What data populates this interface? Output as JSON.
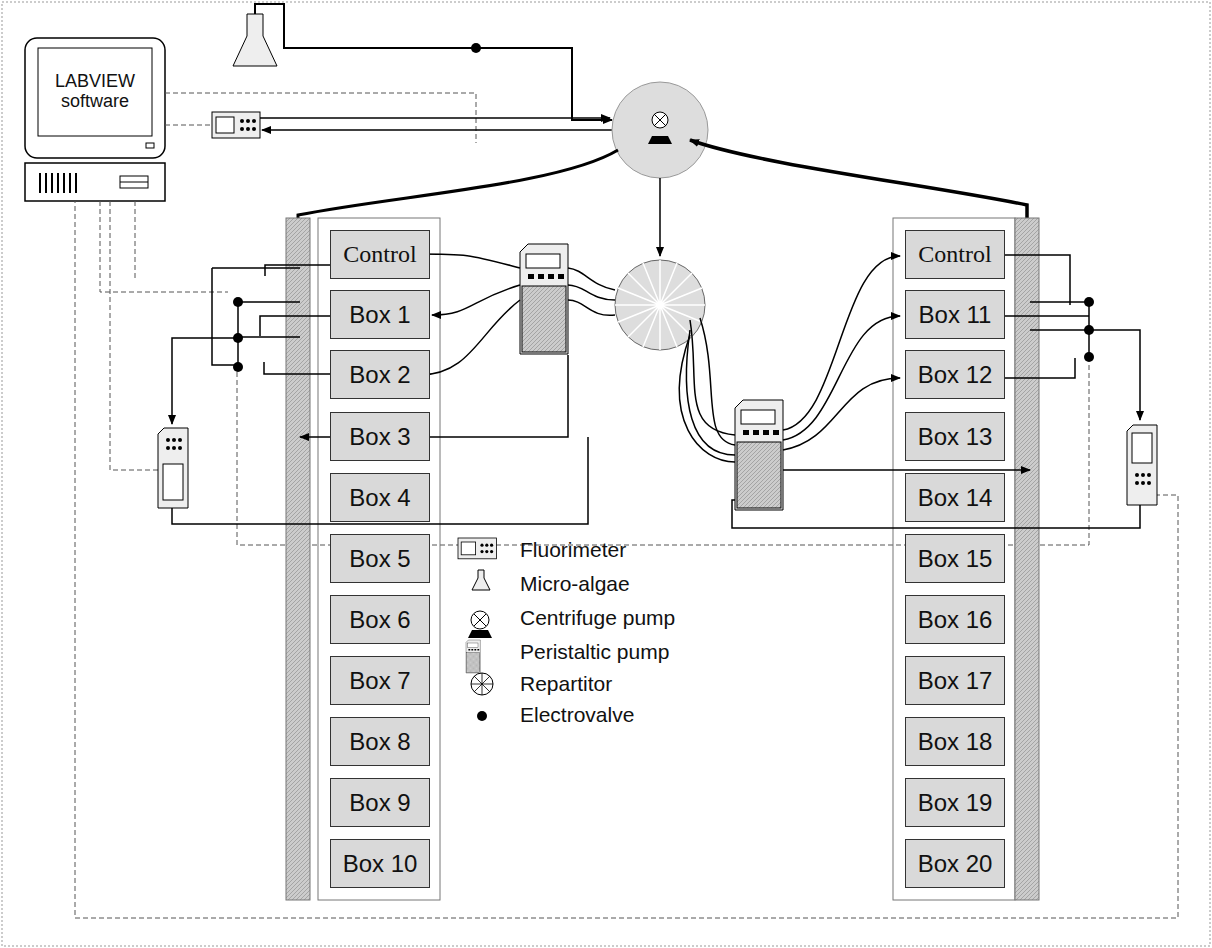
{
  "diagram": {
    "nodes": [
      {
        "text": [
          "LABVIEW software"
        ]
      },
      {
        "text": [
          "Control"
        ]
      },
      {
        "text": [
          "Box 1"
        ]
      },
      {
        "text": [
          "Box 2"
        ]
      },
      {
        "text": [
          "Box 3"
        ]
      },
      {
        "text": [
          "Box 4"
        ]
      },
      {
        "text": [
          "Box 5"
        ]
      },
      {
        "text": [
          "Box 6"
        ]
      },
      {
        "text": [
          "Box 7"
        ]
      },
      {
        "text": [
          "Box 8"
        ]
      },
      {
        "text": [
          "Box 9"
        ]
      },
      {
        "text": [
          "Box 10"
        ]
      },
      {
        "text": [
          "Control"
        ]
      },
      {
        "text": [
          "Box 11"
        ]
      },
      {
        "text": [
          "Box 12"
        ]
      },
      {
        "text": [
          "Box 13"
        ]
      },
      {
        "text": [
          "Box 14"
        ]
      },
      {
        "text": [
          "Box 15"
        ]
      },
      {
        "text": [
          "Box 16"
        ]
      },
      {
        "text": [
          "Box 17"
        ]
      },
      {
        "text": [
          "Box 18"
        ]
      },
      {
        "text": [
          "Box 19"
        ]
      },
      {
        "text": [
          "Box 20"
        ]
      }
    ],
    "legend": [
      {
        "text": "Fluorimeter"
      },
      {
        "text": "Micro-algae"
      },
      {
        "text": "Centrifuge pump"
      },
      {
        "text": "Peristaltic pump"
      },
      {
        "text": "Repartitor"
      },
      {
        "text": "Electrovalve"
      }
    ]
  }
}
